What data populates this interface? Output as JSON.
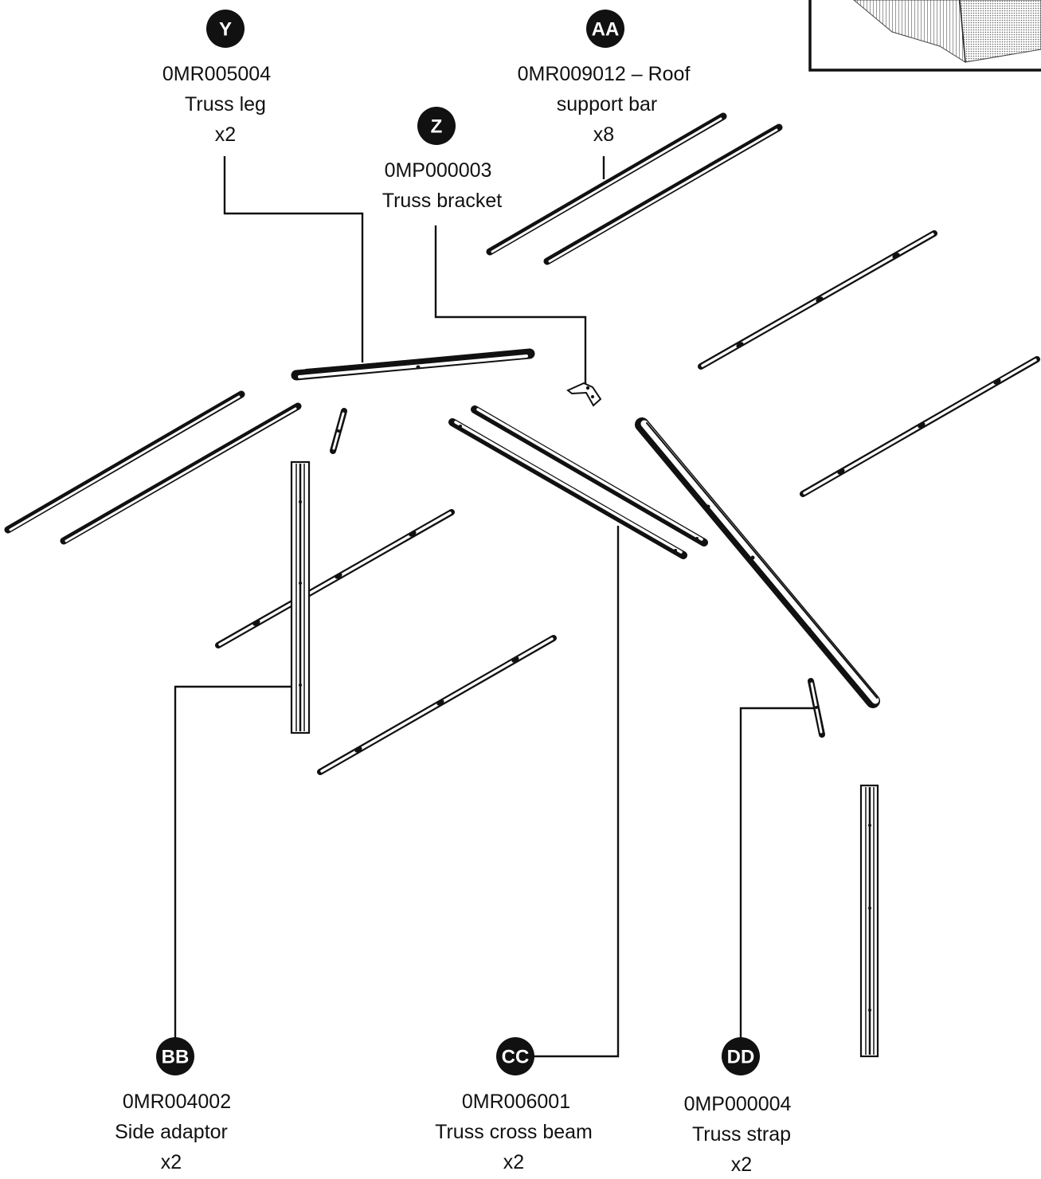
{
  "parts": [
    {
      "id": "Y",
      "code": "0MR005004",
      "name": "Truss leg",
      "quantity": "x2"
    },
    {
      "id": "Z",
      "code": "0MP000003",
      "name": "Truss bracket",
      "quantity": ""
    },
    {
      "id": "AA",
      "code": "0MR009012 – Roof",
      "name": "support bar",
      "quantity": "x8"
    },
    {
      "id": "BB",
      "code": "0MR004002",
      "name": "Side adaptor",
      "quantity": "x2"
    },
    {
      "id": "CC",
      "code": "0MR006001",
      "name": "Truss cross beam",
      "quantity": "x2"
    },
    {
      "id": "DD",
      "code": "0MP000004",
      "name": "Truss strap",
      "quantity": "x2"
    }
  ],
  "colors": {
    "ink": "#111111",
    "paper": "#ffffff"
  }
}
